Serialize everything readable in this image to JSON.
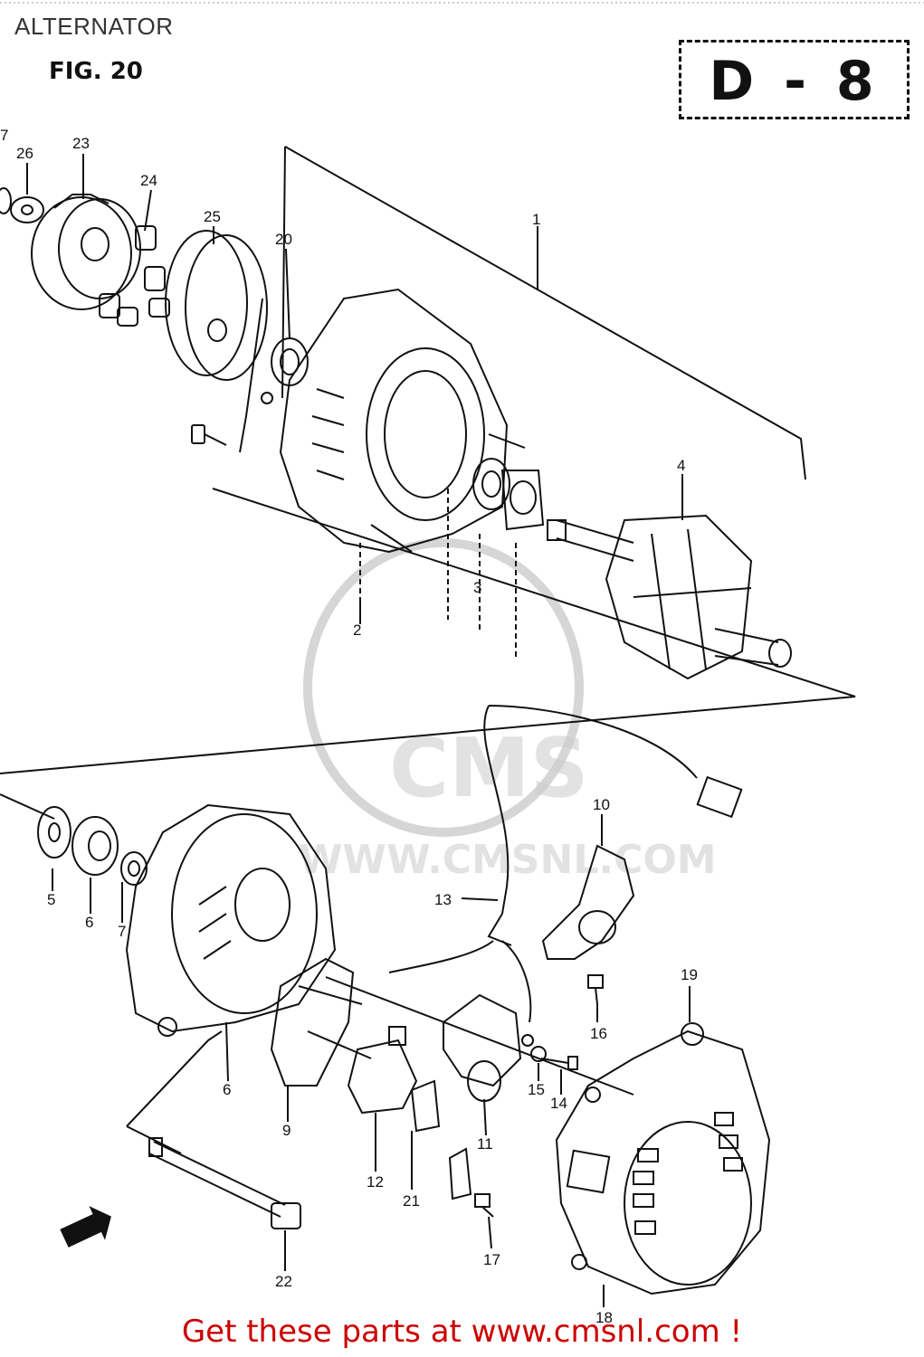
{
  "header": {
    "title": "ALTERNATOR",
    "figure": "FIG. 20",
    "section_code": "D - 8"
  },
  "watermark": {
    "logo_text": "CMS",
    "url_text": "WWW.CMSNL.COM"
  },
  "callouts": [
    {
      "id": "c1",
      "text": "1"
    },
    {
      "id": "c2",
      "text": "2"
    },
    {
      "id": "c3",
      "text": "3"
    },
    {
      "id": "c4",
      "text": "4"
    },
    {
      "id": "c5",
      "text": "5"
    },
    {
      "id": "c6a",
      "text": "6"
    },
    {
      "id": "c6b",
      "text": "6"
    },
    {
      "id": "c7a",
      "text": "7"
    },
    {
      "id": "c7b",
      "text": "7"
    },
    {
      "id": "c9",
      "text": "9"
    },
    {
      "id": "c10",
      "text": "10"
    },
    {
      "id": "c11",
      "text": "11"
    },
    {
      "id": "c12",
      "text": "12"
    },
    {
      "id": "c13",
      "text": "13"
    },
    {
      "id": "c14",
      "text": "14"
    },
    {
      "id": "c15",
      "text": "15"
    },
    {
      "id": "c16",
      "text": "16"
    },
    {
      "id": "c17",
      "text": "17"
    },
    {
      "id": "c18",
      "text": "18"
    },
    {
      "id": "c19",
      "text": "19"
    },
    {
      "id": "c20",
      "text": "20"
    },
    {
      "id": "c21",
      "text": "21"
    },
    {
      "id": "c22",
      "text": "22"
    },
    {
      "id": "c23",
      "text": "23"
    },
    {
      "id": "c24",
      "text": "24"
    },
    {
      "id": "c25",
      "text": "25"
    },
    {
      "id": "c26",
      "text": "26"
    }
  ],
  "footer": {
    "text": "Get these parts at www.cmsnl.com !"
  }
}
